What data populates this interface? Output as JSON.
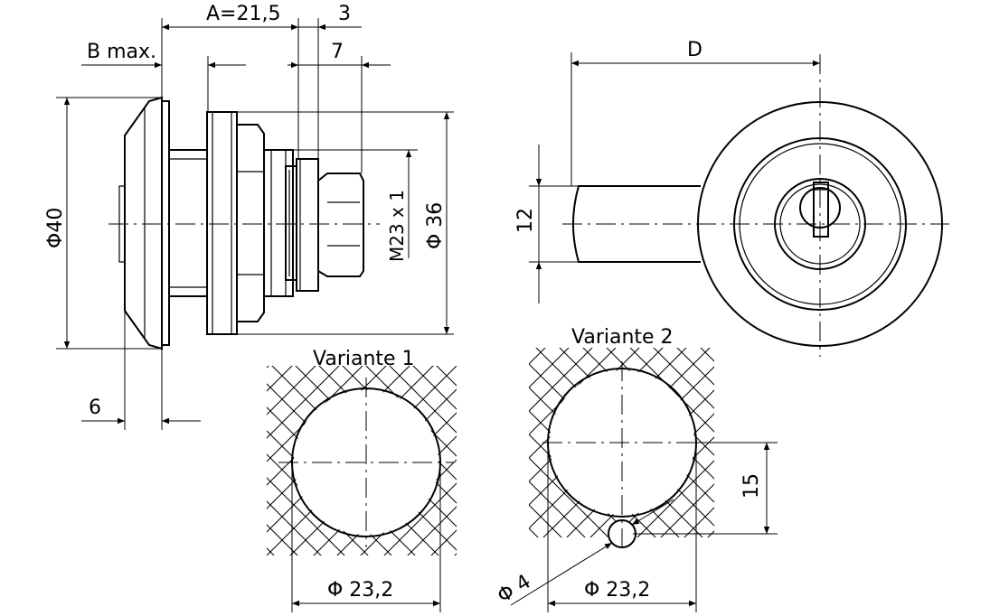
{
  "labels": {
    "dim_a": "A=21,5",
    "dim_3": "3",
    "dim_b_max": "B max.",
    "dim_7": "7",
    "dim_d": "D",
    "dim_dia40": "Φ40",
    "dim_thread": "M23 x 1",
    "dim_dia36": "Φ 36",
    "dim_12": "12",
    "dim_6": "6",
    "variant_1": "Variante 1",
    "variant_2": "Variante 2",
    "dim_dia23_v1": "Φ 23,2",
    "dim_dia23_v2": "Φ 23,2",
    "dim_15": "15",
    "dim_dia4": "Φ 4"
  }
}
